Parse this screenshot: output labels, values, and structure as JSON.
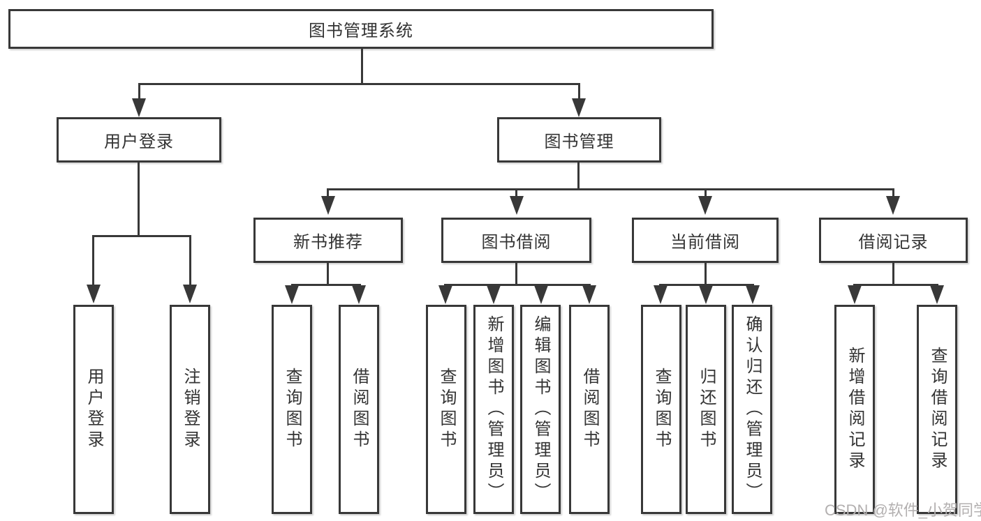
{
  "diagram": {
    "title": "图书管理系统",
    "nodes": {
      "root": "图书管理系统",
      "userLogin": "用户登录",
      "bookMgmt": "图书管理",
      "newBookRec": "新书推荐",
      "bookBorrow": "图书借阅",
      "currentBorrow": "当前借阅",
      "borrowRecords": "借阅记录",
      "loginAction": "用户登录",
      "logoutAction": "注销登录",
      "queryBooksRec": "查询图书",
      "borrowBooksRec": "借阅图书",
      "queryBooksBorrow": "查询图书",
      "addBooksAdmin": "新增图书（管理员）",
      "editBooksAdmin": "编辑图书（管理员）",
      "borrowBooksBorrow": "借阅图书",
      "queryBooksCurrent": "查询图书",
      "returnBooks": "归还图书",
      "confirmReturnAdmin": "确认归还（管理员）",
      "addBorrowRecord": "新增借阅记录",
      "queryBorrowRecord": "查询借阅记录"
    },
    "watermark": "CSDN @软件_小贺同学",
    "colors": {
      "line": "#383838",
      "text": "#333333",
      "background": "#ffffff",
      "watermark": "#b3b0b0"
    }
  }
}
